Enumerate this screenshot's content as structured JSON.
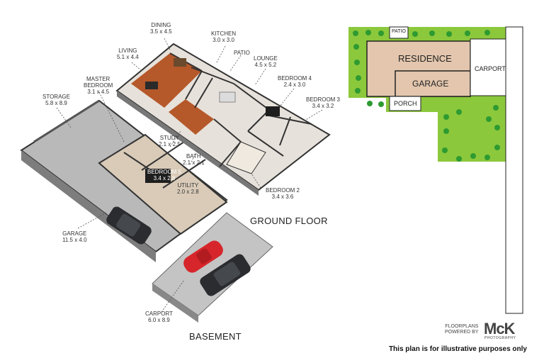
{
  "rooms": [
    {
      "name": "DINING",
      "size": "3.5 x 4.5"
    },
    {
      "name": "KITCHEN",
      "size": "3.0 x 3.0"
    },
    {
      "name": "PATIO",
      "size": ""
    },
    {
      "name": "LIVING",
      "size": "5.1 x 4.4"
    },
    {
      "name": "LOUNGE",
      "size": "4.5 x 5.2"
    },
    {
      "name": "MASTER\nBEDROOM",
      "size": "3.1 x 4.5"
    },
    {
      "name": "BEDROOM 4",
      "size": "2.4 x 3.0"
    },
    {
      "name": "BEDROOM 3",
      "size": "3.4 x 3.2"
    },
    {
      "name": "STORAGE",
      "size": "5.8 x 8.9"
    },
    {
      "name": "STUDY",
      "size": "2.1 x 2.5"
    },
    {
      "name": "BATH",
      "size": "2.1 x 2.1"
    },
    {
      "name": "BEDROOM 5",
      "size": "3.4 x 2.8"
    },
    {
      "name": "UTILITY",
      "size": "2.0 x 2.8"
    },
    {
      "name": "BEDROOM 2",
      "size": "3.4 x 3.6"
    },
    {
      "name": "GARAGE",
      "size": "11.5 x 4.0"
    },
    {
      "name": "CARPORT",
      "size": "6.0 x 8.9"
    }
  ],
  "levels": {
    "ground": "GROUND FLOOR",
    "basement": "BASEMENT"
  },
  "site_plan": {
    "patio": "PATIO",
    "residence": "RESIDENCE",
    "carport": "CARPORT",
    "garage": "GARAGE",
    "porch": "PORCH"
  },
  "branding": {
    "line1": "FLOORPLANS",
    "line2": "POWERED BY",
    "logo": "McK",
    "logo_sub": "PHOTOGRAPHY",
    "disclaimer": "This plan is for illustrative purposes only"
  },
  "colors": {
    "lawn": "#8cc83c",
    "tree": "#2e9a32",
    "residence": "#e3c6ad",
    "floor_grey": "#b9b9b9",
    "wood": "#b5582a",
    "wall": "#3a3a3a",
    "car_red": "#d6262b",
    "car_dark": "#2a2c30"
  }
}
